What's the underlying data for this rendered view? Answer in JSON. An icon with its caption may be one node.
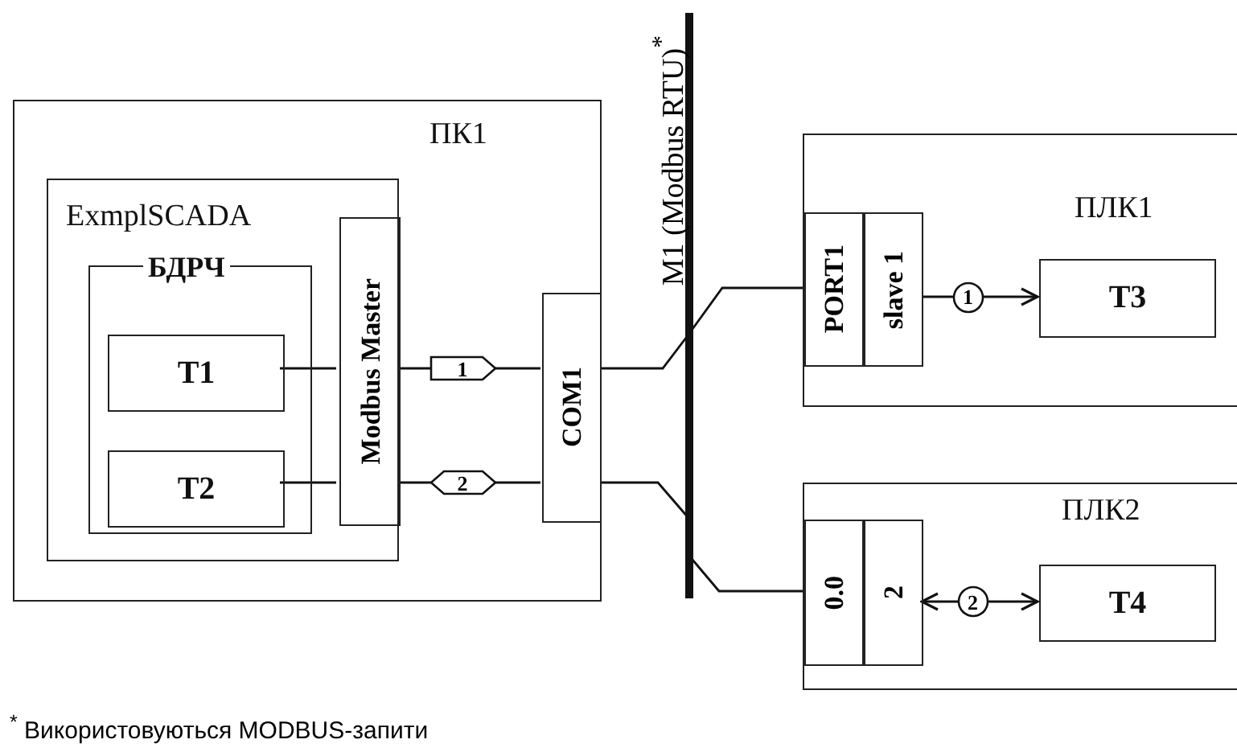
{
  "diagram": {
    "nodes": [
      {
        "text": [
          "ПК1"
        ]
      },
      {
        "text": [
          "ExmplSCADA"
        ],
        "in": 0
      },
      {
        "text": [
          "БДРЧ"
        ],
        "in": 1
      },
      {
        "text": [
          "T1"
        ],
        "in": 2
      },
      {
        "text": [
          "T2"
        ],
        "in": 2
      },
      {
        "text": [
          "Modbus Master"
        ],
        "in": 1
      },
      {
        "text": [
          "COM1"
        ],
        "in": 0
      },
      {
        "text": [
          "M1 (Modbus RTU)$^{*}$"
        ]
      },
      {
        "text": [
          "ПЛК1"
        ]
      },
      {
        "text": [
          "PORT1"
        ],
        "in": 8
      },
      {
        "text": [
          "slave 1"
        ],
        "in": 8
      },
      {
        "text": [
          "T3"
        ],
        "in": 8
      },
      {
        "text": [
          "ПЛК2"
        ]
      },
      {
        "text": [
          "0.0"
        ],
        "in": 12
      },
      {
        "text": [
          "2"
        ],
        "in": 12
      },
      {
        "text": [
          "T4"
        ],
        "in": 12
      }
    ],
    "edges": [
      {
        "from": 3,
        "to": 5,
        "arrow": "none"
      },
      {
        "from": 4,
        "to": 5,
        "arrow": "none"
      },
      {
        "from": 5,
        "to": 6,
        "arrow": "none",
        "label": "1"
      },
      {
        "from": 5,
        "to": 6,
        "arrow": "none",
        "label": "2"
      },
      {
        "from": 6,
        "to": 7,
        "arrow": "none"
      },
      {
        "from": 6,
        "to": 7,
        "arrow": "none"
      },
      {
        "from": 7,
        "to": 9,
        "arrow": "none"
      },
      {
        "from": 7,
        "to": 13,
        "arrow": "none"
      },
      {
        "from": 10,
        "to": 11,
        "arrow": "to",
        "label": "1"
      },
      {
        "from": 14,
        "to": 15,
        "arrow": "both",
        "label": "2"
      }
    ],
    "labels": [
      "$^{*}$ Використовуються MODBUS-запити"
    ]
  }
}
